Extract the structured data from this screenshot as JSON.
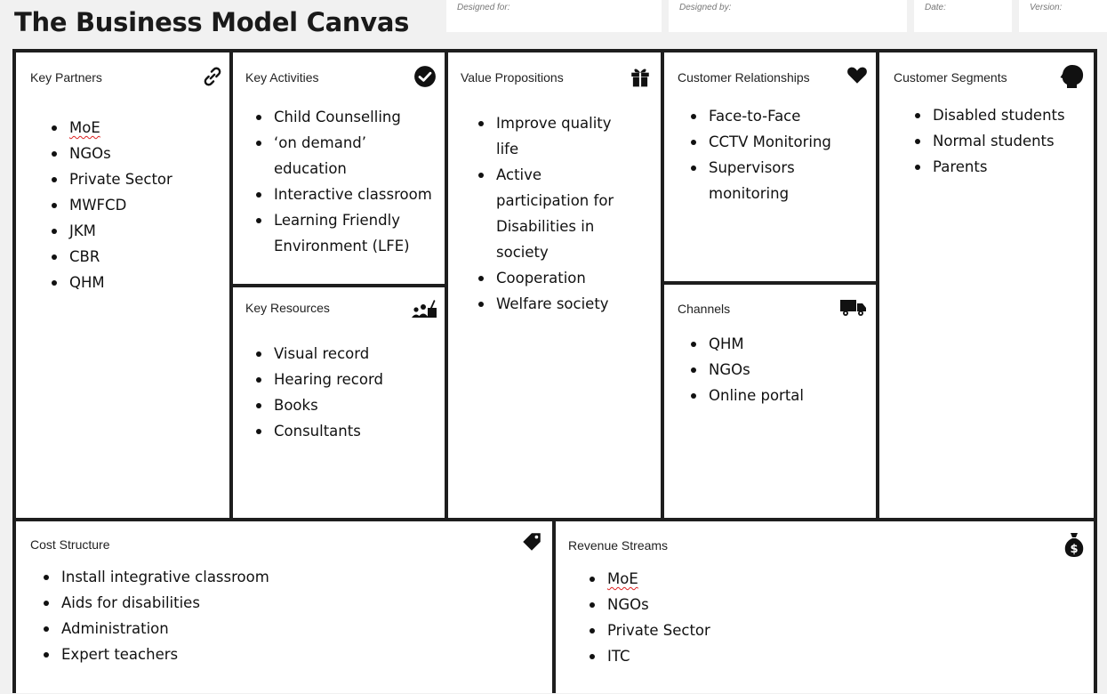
{
  "title": "The Business Model Canvas",
  "meta": {
    "designed_for": "Designed for:",
    "designed_by": "Designed by:",
    "date": "Date:",
    "version": "Version:"
  },
  "key_partners": {
    "label": "Key Partners",
    "icon": "link-icon",
    "items": [
      "MoE",
      "NGOs",
      "Private Sector",
      "MWFCD",
      "JKM",
      "CBR",
      "QHM"
    ]
  },
  "key_activities": {
    "label": "Key Activities",
    "icon": "checkmark-icon",
    "items": [
      "Child Counselling",
      "‘on demand’ education",
      "Interactive classroom",
      "Learning Friendly Environment (LFE)"
    ]
  },
  "key_resources": {
    "label": "Key Resources",
    "icon": "worker-icon",
    "items": [
      "Visual record",
      "Hearing record",
      "Books",
      "Consultants"
    ]
  },
  "value_propositions": {
    "label": "Value Propositions",
    "icon": "gift-icon",
    "items": [
      "Improve quality life",
      "Active participation for Disabilities in society",
      "Cooperation",
      "Welfare society"
    ]
  },
  "customer_relationships": {
    "label": "Customer Relationships",
    "icon": "heart-icon",
    "items": [
      "Face-to-Face",
      "CCTV Monitoring",
      "Supervisors monitoring"
    ]
  },
  "channels": {
    "label": "Channels",
    "icon": "truck-icon",
    "items": [
      "QHM",
      "NGOs",
      "Online portal"
    ]
  },
  "customer_segments": {
    "label": "Customer Segments",
    "icon": "head-icon",
    "items": [
      "Disabled students",
      "Normal students",
      "Parents"
    ]
  },
  "cost_structure": {
    "label": "Cost Structure",
    "icon": "tag-icon",
    "items": [
      "Install integrative classroom",
      "Aids  for disabilities",
      "Administration",
      "Expert teachers"
    ]
  },
  "revenue_streams": {
    "label": "Revenue Streams",
    "icon": "money-bag-icon",
    "items": [
      "MoE",
      "NGOs",
      "Private Sector",
      "ITC"
    ]
  }
}
